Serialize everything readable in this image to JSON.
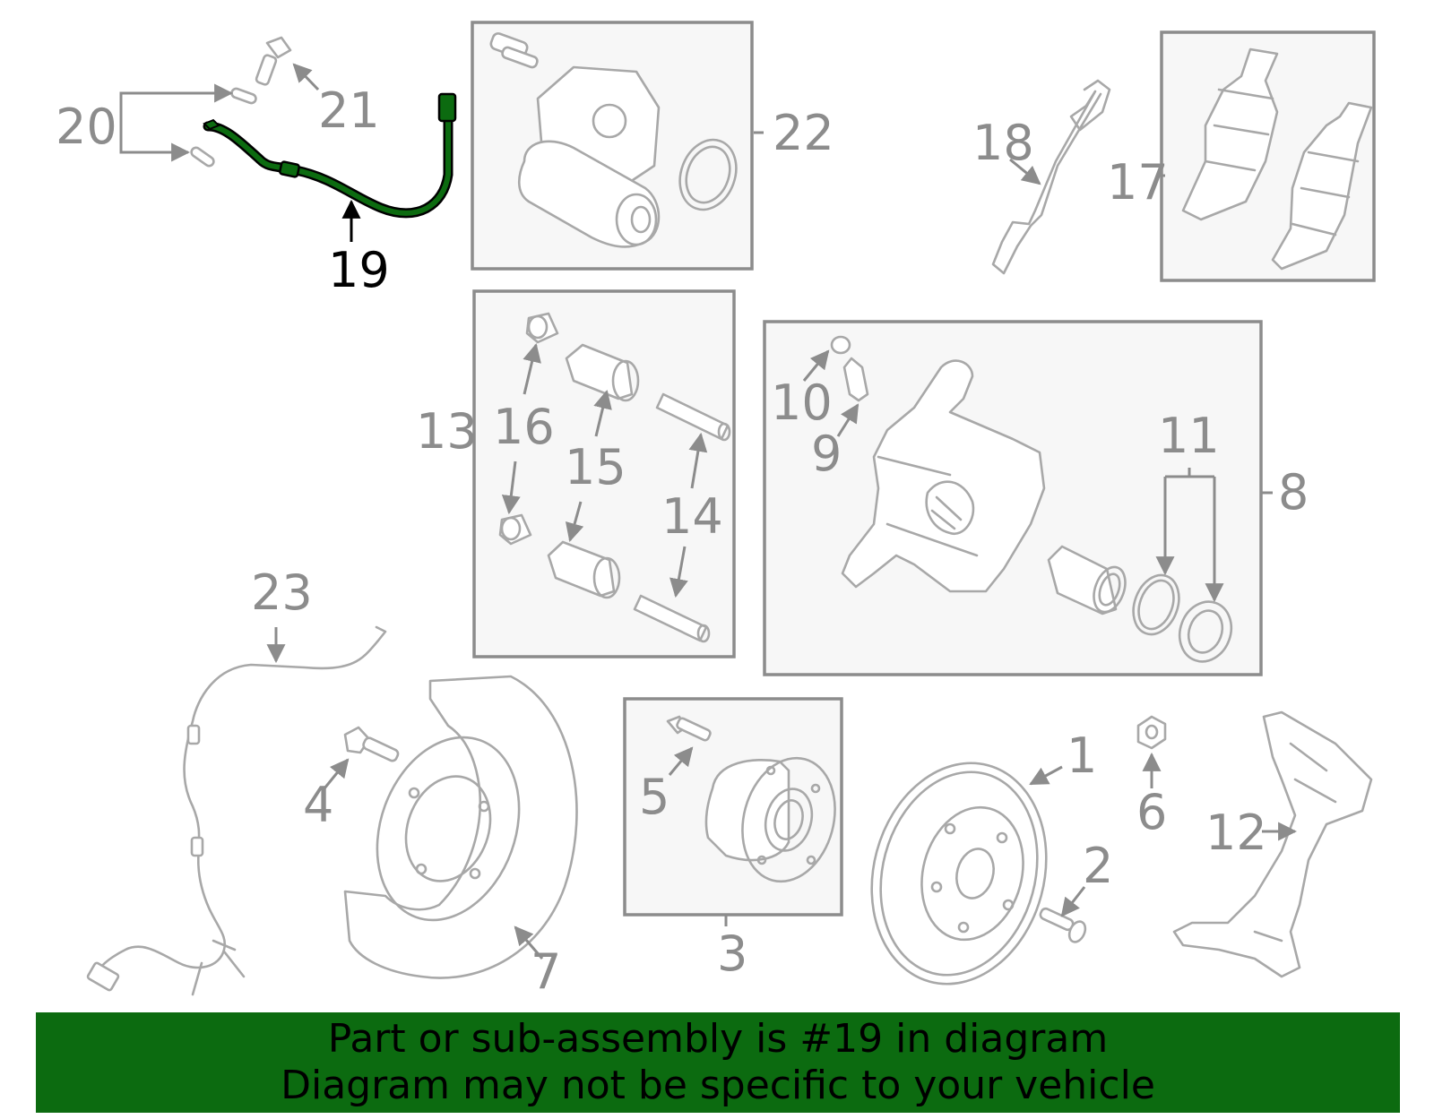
{
  "highlight_color": "#0c6b10",
  "highlighted_part": "19",
  "callouts": {
    "p1": "1",
    "p2": "2",
    "p3": "3",
    "p4": "4",
    "p5": "5",
    "p6": "6",
    "p7": "7",
    "p8": "8",
    "p9": "9",
    "p10": "10",
    "p11": "11",
    "p12": "12",
    "p13": "13",
    "p14": "14",
    "p15": "15",
    "p16": "16",
    "p17": "17",
    "p18": "18",
    "p19": "19",
    "p20": "20",
    "p21": "21",
    "p22": "22",
    "p23": "23"
  },
  "banner": {
    "line1": "Part or sub-assembly is #19 in diagram",
    "line2": "Diagram may not be specific to your vehicle"
  }
}
